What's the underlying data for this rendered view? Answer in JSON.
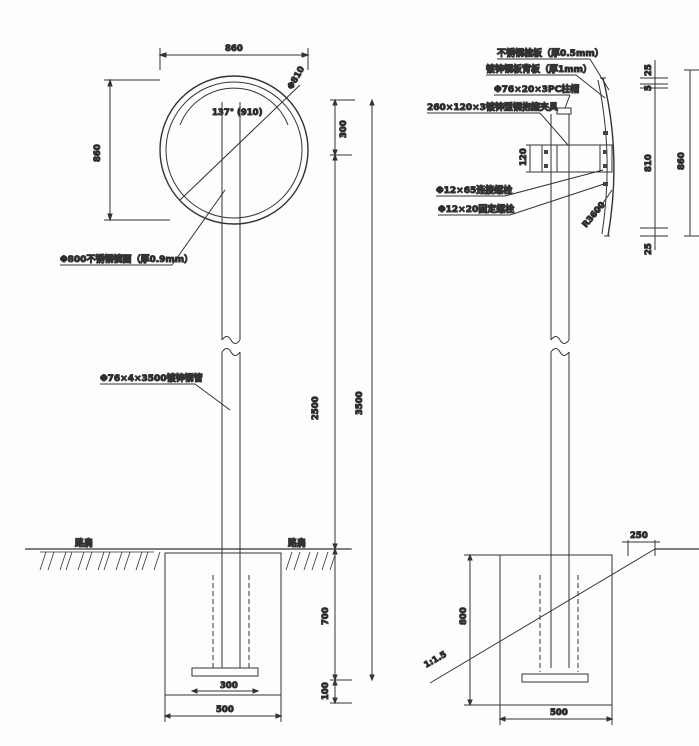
{
  "front": {
    "width": "860",
    "height": "860",
    "diameter": "Φ810",
    "angle": "137° (910)",
    "mirror_label": "Φ800不锈钢镜面（厚0.9mm）",
    "pipe_label": "Φ76×4×3500镀锌钢管",
    "top_seg": "300",
    "mid_seg": "2500",
    "total": "3500",
    "embed": "700",
    "base": "100",
    "footing_inner": "300",
    "footing_width": "500",
    "shoulder_left": "路肩",
    "shoulder_right": "路肩"
  },
  "side": {
    "lbl_stiffener": "不锈钢楂板（厚0.5mm）",
    "lbl_backplate": "镀锌钢板背板（厚1mm）",
    "lbl_cap": "Φ76×20×3PC柱帽",
    "lbl_clamp": "260×120×3镀锌型钢抱箍夹具",
    "lbl_bolt1": "Φ12×65连接螺栓",
    "lbl_bolt2": "Φ12×20固定螺栓",
    "clamp_h": "120",
    "radius": "R3600",
    "dim_25_top": "25",
    "dim_5": "5",
    "dim_810": "810",
    "dim_860": "860",
    "dim_25_bot": "25",
    "slope": "1:1.5",
    "offset": "250",
    "depth": "800",
    "footing_width": "500"
  }
}
